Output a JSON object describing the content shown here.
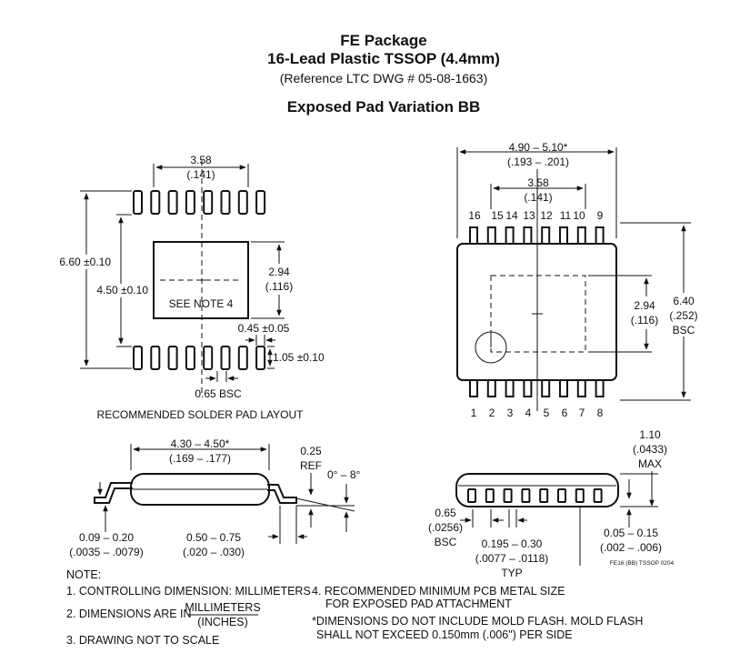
{
  "header": {
    "title": "FE Package",
    "subtitle": "16-Lead Plastic TSSOP (4.4mm)",
    "reference": "(Reference LTC DWG # 05-08-1663)",
    "variation": "Exposed Pad Variation BB"
  },
  "solder_layout": {
    "caption": "RECOMMENDED SOLDER PAD LAYOUT",
    "pad_width_mm": "3.58",
    "pad_width_in": "(.141)",
    "total_height": "6.60 ±0.10",
    "inner_height": "4.50 ±0.10",
    "pad_height_mm": "2.94",
    "pad_height_in": "(.116)",
    "see_note": "SEE NOTE 4",
    "lead_width": "0.45 ±0.05",
    "lead_length": "1.05 ±0.10",
    "pitch": "0.65 BSC"
  },
  "top_view": {
    "length_mm": "4.90 – 5.10*",
    "length_in": "(.193 – .201)",
    "pad_width_mm": "3.58",
    "pad_width_in": "(.141)",
    "pad_height_mm": "2.94",
    "pad_height_in": "(.116)",
    "body_width_mm": "6.40",
    "body_width_in": "(.252)",
    "body_width_bsc": "BSC",
    "top_pins": [
      "16",
      "15",
      "14",
      "13",
      "12",
      "11",
      "10",
      "9"
    ],
    "bottom_pins": [
      "1",
      "2",
      "3",
      "4",
      "5",
      "6",
      "7",
      "8"
    ]
  },
  "side_view": {
    "body_width_mm": "4.30 – 4.50*",
    "body_width_in": "(.169 – .177)",
    "ref_value": "0.25",
    "ref_label": "REF",
    "angle": "0° – 8°",
    "lead_thickness_mm": "0.09 – 0.20",
    "lead_thickness_in": "(.0035 – .0079)",
    "foot_length_mm": "0.50 – 0.75",
    "foot_length_in": "(.020 – .030)"
  },
  "end_view": {
    "max_height_mm": "1.10",
    "max_height_in": "(.0433)",
    "max_label": "MAX",
    "pitch_mm": "0.65",
    "pitch_in": "(.0256)",
    "pitch_bsc": "BSC",
    "lead_width_mm": "0.195 – 0.30",
    "lead_width_in": "(.0077 – .0118)",
    "lead_width_typ": "TYP",
    "standoff_mm": "0.05 – 0.15",
    "standoff_in": "(.002 – .006)",
    "drawing_code": "FE16 (BB) TSSOP 0204"
  },
  "notes": {
    "heading": "NOTE:",
    "n1": "1. CONTROLLING DIMENSION: MILLIMETERS",
    "n2_prefix": "2. DIMENSIONS ARE IN",
    "n2_top": "MILLIMETERS",
    "n2_bottom": "(INCHES)",
    "n3": "3. DRAWING NOT TO SCALE",
    "n4_line1": "4. RECOMMENDED MINIMUM PCB METAL SIZE",
    "n4_line2": "FOR EXPOSED PAD ATTACHMENT",
    "star_line1": "*DIMENSIONS DO NOT INCLUDE MOLD FLASH. MOLD FLASH",
    "star_line2": "SHALL NOT EXCEED 0.150mm (.006\") PER SIDE"
  }
}
